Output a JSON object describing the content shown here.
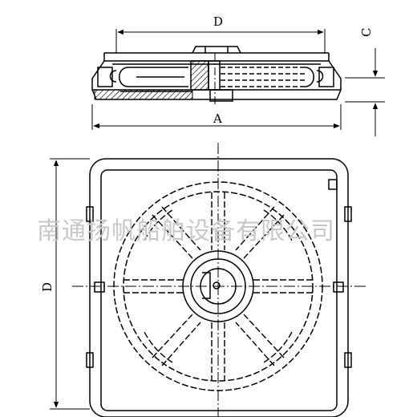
{
  "dimensions": {
    "top_width": "D",
    "height": "C",
    "overall": "A",
    "side": "D"
  },
  "watermark": "南通扬帆船舶设备有限公司",
  "colors": {
    "line": "#000000",
    "watermark": "#c8c8c8",
    "background": "#ffffff"
  }
}
